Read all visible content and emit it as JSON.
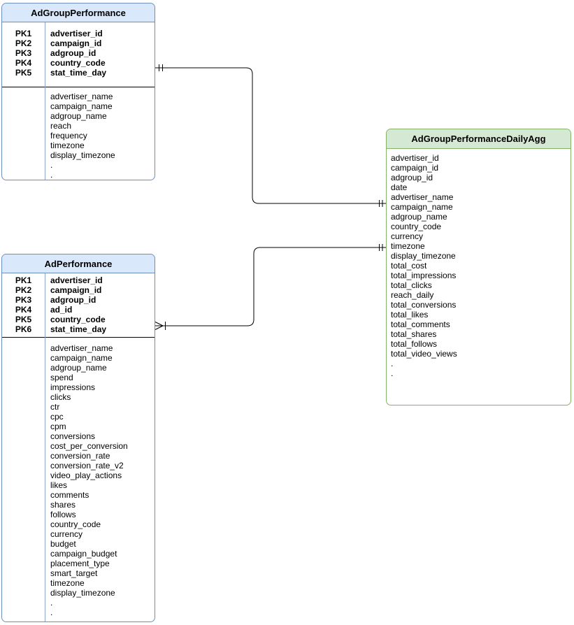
{
  "diagram": {
    "tables": [
      {
        "id": "adgroup-performance",
        "title": "AdGroupPerformance",
        "theme": "blue",
        "primary_keys": [
          {
            "key": "PK1",
            "field": "advertiser_id"
          },
          {
            "key": "PK2",
            "field": "campaign_id"
          },
          {
            "key": "PK3",
            "field": "adgroup_id"
          },
          {
            "key": "PK4",
            "field": "country_code"
          },
          {
            "key": "PK5",
            "field": "stat_time_day"
          }
        ],
        "fields": [
          "advertiser_name",
          "campaign_name",
          "adgroup_name",
          "reach",
          "frequency",
          "timezone",
          "display_timezone",
          ".",
          "."
        ]
      },
      {
        "id": "ad-performance",
        "title": "AdPerformance",
        "theme": "blue",
        "primary_keys": [
          {
            "key": "PK1",
            "field": "advertiser_id"
          },
          {
            "key": "PK2",
            "field": "campaign_id"
          },
          {
            "key": "PK3",
            "field": "adgroup_id"
          },
          {
            "key": "PK4",
            "field": "ad_id"
          },
          {
            "key": "PK5",
            "field": "country_code"
          },
          {
            "key": "PK6",
            "field": "stat_time_day"
          }
        ],
        "fields": [
          "advertiser_name",
          "campaign_name",
          "adgroup_name",
          "spend",
          "impressions",
          "clicks",
          "ctr",
          "cpc",
          "cpm",
          "conversions",
          "cost_per_conversion",
          "conversion_rate",
          "conversion_rate_v2",
          "video_play_actions",
          "likes",
          "comments",
          "shares",
          "follows",
          "country_code",
          "currency",
          "budget",
          "campaign_budget",
          "placement_type",
          "smart_target",
          "timezone",
          "display_timezone",
          ".",
          "."
        ]
      },
      {
        "id": "adgroup-performance-daily-agg",
        "title": "AdGroupPerformanceDailyAgg",
        "theme": "green",
        "primary_keys": [],
        "fields": [
          "advertiser_id",
          "campaign_id",
          "adgroup_id",
          "date",
          "advertiser_name",
          "campaign_name",
          "adgroup_name",
          "country_code",
          "currency",
          "timezone",
          "display_timezone",
          "total_cost",
          "total_impressions",
          "total_clicks",
          "reach_daily",
          "total_conversions",
          "total_likes",
          "total_comments",
          "total_shares",
          "total_follows",
          "total_video_views",
          ".",
          "."
        ]
      }
    ],
    "relationships": [
      {
        "from_table": "AdGroupPerformance",
        "to_table": "AdGroupPerformanceDailyAgg",
        "from_cardinality": "one-and-only-one",
        "to_cardinality": "one-and-only-one"
      },
      {
        "from_table": "AdPerformance",
        "to_table": "AdGroupPerformanceDailyAgg",
        "from_cardinality": "one-or-many",
        "to_cardinality": "one-and-only-one"
      }
    ],
    "colors": {
      "blue_fill": "#dae8fc",
      "blue_stroke": "#6c8ebf",
      "green_fill": "#d5e8d4",
      "green_stroke": "#82b366",
      "connector": "#000000"
    }
  }
}
